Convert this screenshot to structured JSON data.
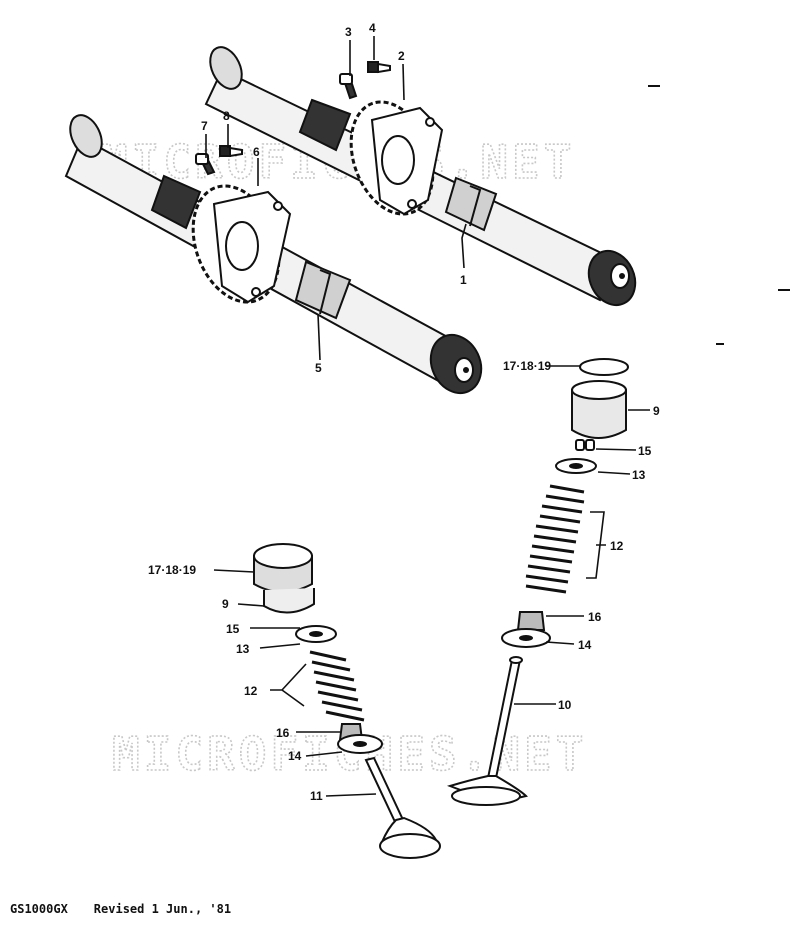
{
  "watermark": "MICROFICHES.NET",
  "footer": {
    "code": "GS1000GX",
    "revision": "Revised 1 Jun., '81"
  },
  "callouts": {
    "n1": "1",
    "n2": "2",
    "n3": "3",
    "n4": "4",
    "n5": "5",
    "n6": "6",
    "n7": "7",
    "n8": "8",
    "r9": "9",
    "r10": "10",
    "r12": "12",
    "r13": "13",
    "r14": "14",
    "r15": "15",
    "r16": "16",
    "r171819": "17·18·19",
    "l9": "9",
    "l11": "11",
    "l12": "12",
    "l13": "13",
    "l14": "14",
    "l15": "15",
    "l16": "16",
    "l171819": "17·18·19"
  }
}
